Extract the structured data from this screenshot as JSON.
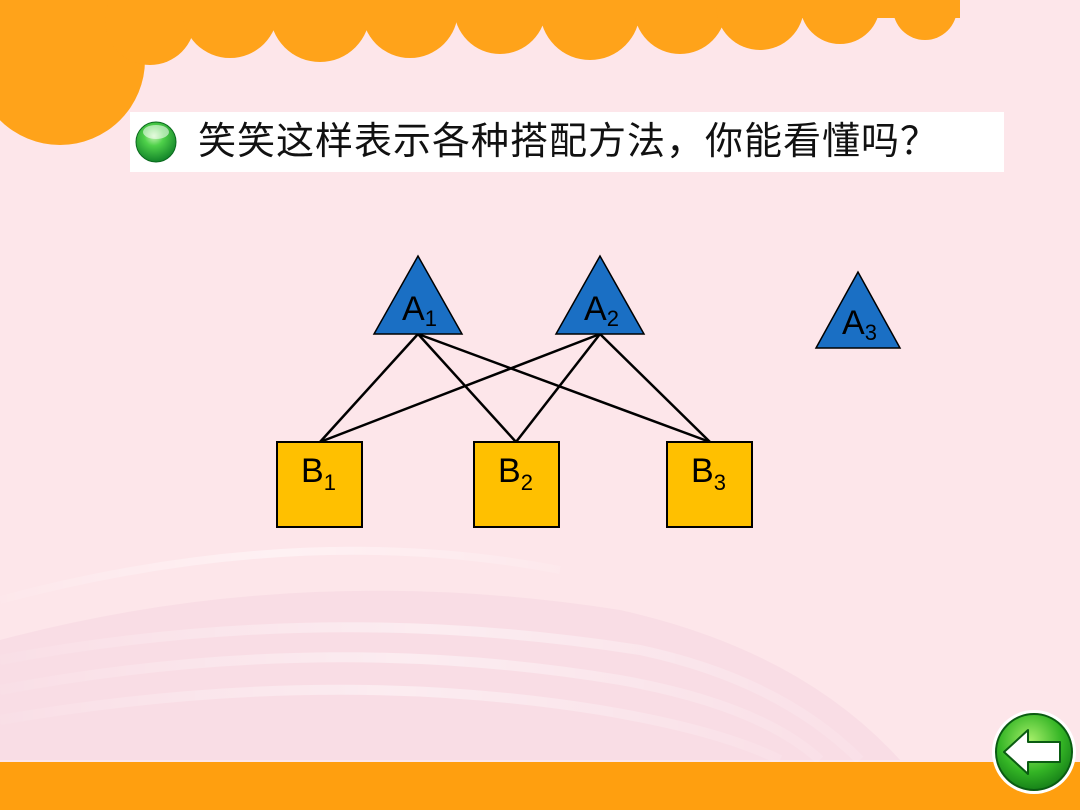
{
  "title": {
    "text": "笑笑这样表示各种搭配方法，你能看懂吗？"
  },
  "diagram": {
    "triangles": [
      {
        "id": "A1",
        "letter": "A",
        "sub": "1"
      },
      {
        "id": "A2",
        "letter": "A",
        "sub": "2"
      },
      {
        "id": "A3",
        "letter": "A",
        "sub": "3"
      }
    ],
    "squares": [
      {
        "id": "B1",
        "letter": "B",
        "sub": "1"
      },
      {
        "id": "B2",
        "letter": "B",
        "sub": "2"
      },
      {
        "id": "B3",
        "letter": "B",
        "sub": "3"
      }
    ],
    "edges": [
      [
        "A1",
        "B1"
      ],
      [
        "A1",
        "B2"
      ],
      [
        "A1",
        "B3"
      ],
      [
        "A2",
        "B1"
      ],
      [
        "A2",
        "B2"
      ],
      [
        "A2",
        "B3"
      ]
    ],
    "colors": {
      "triangle": "#1a6fc4",
      "square": "#ffc000",
      "stroke": "#000000"
    }
  },
  "theme": {
    "background": "#fde6ea",
    "cloud": "#ffa31a",
    "footer": "#ff9f0f"
  },
  "icons": {
    "bullet": "green-ball-icon",
    "back": "back-arrow-icon"
  }
}
